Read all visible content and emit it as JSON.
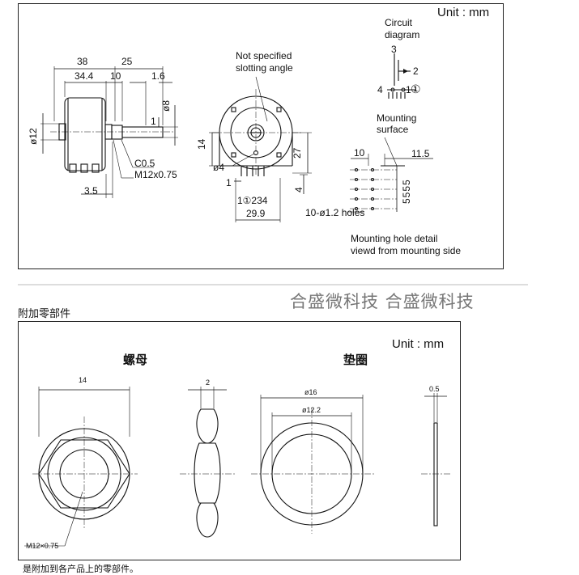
{
  "top_diagram": {
    "unit": "Unit : mm",
    "circuit": {
      "title_line1": "Circuit",
      "title_line2": "diagram",
      "pin3": "3",
      "pin2": "2",
      "pin4": "4",
      "pin1": "1",
      "pin1_circled": "①"
    },
    "side_view": {
      "d38": "38",
      "d25": "25",
      "d34_4": "34.4",
      "d10": "10",
      "d1_6": "1.6",
      "d1": "1",
      "phi8": "ø8",
      "phi12": "ø12",
      "c05": "C0.5",
      "m12": "M12x0.75",
      "d3_5": "3.5"
    },
    "front_view": {
      "note_line1": "Not specified",
      "note_line2": "slotting angle",
      "d14": "14",
      "d27": "27",
      "phi4": "ø4",
      "d1": "1",
      "d4": "4",
      "pins_label": "1①234",
      "d29_9": "29.9"
    },
    "mounting": {
      "surface_line1": "Mounting",
      "surface_line2": "surface",
      "d10": "10",
      "d11_5": "11.5",
      "vert_dims": "5555",
      "holes": "10-ø1.2 holes",
      "detail_line1": "Mounting hole detail",
      "detail_line2": "viewd from mounting side"
    }
  },
  "watermark": "合盛微科技 合盛微科技",
  "section_title": "附加零部件",
  "accessories": {
    "unit": "Unit : mm",
    "nut_title": "螺母",
    "washer_title": "垫圈",
    "nut_width": "14",
    "nut_thickness": "2",
    "nut_thread": "M12×0.75",
    "washer_outer": "ø16",
    "washer_inner": "ø12.2",
    "washer_thickness": "0.5"
  },
  "footnote": "是附加到各产品上的零部件。"
}
